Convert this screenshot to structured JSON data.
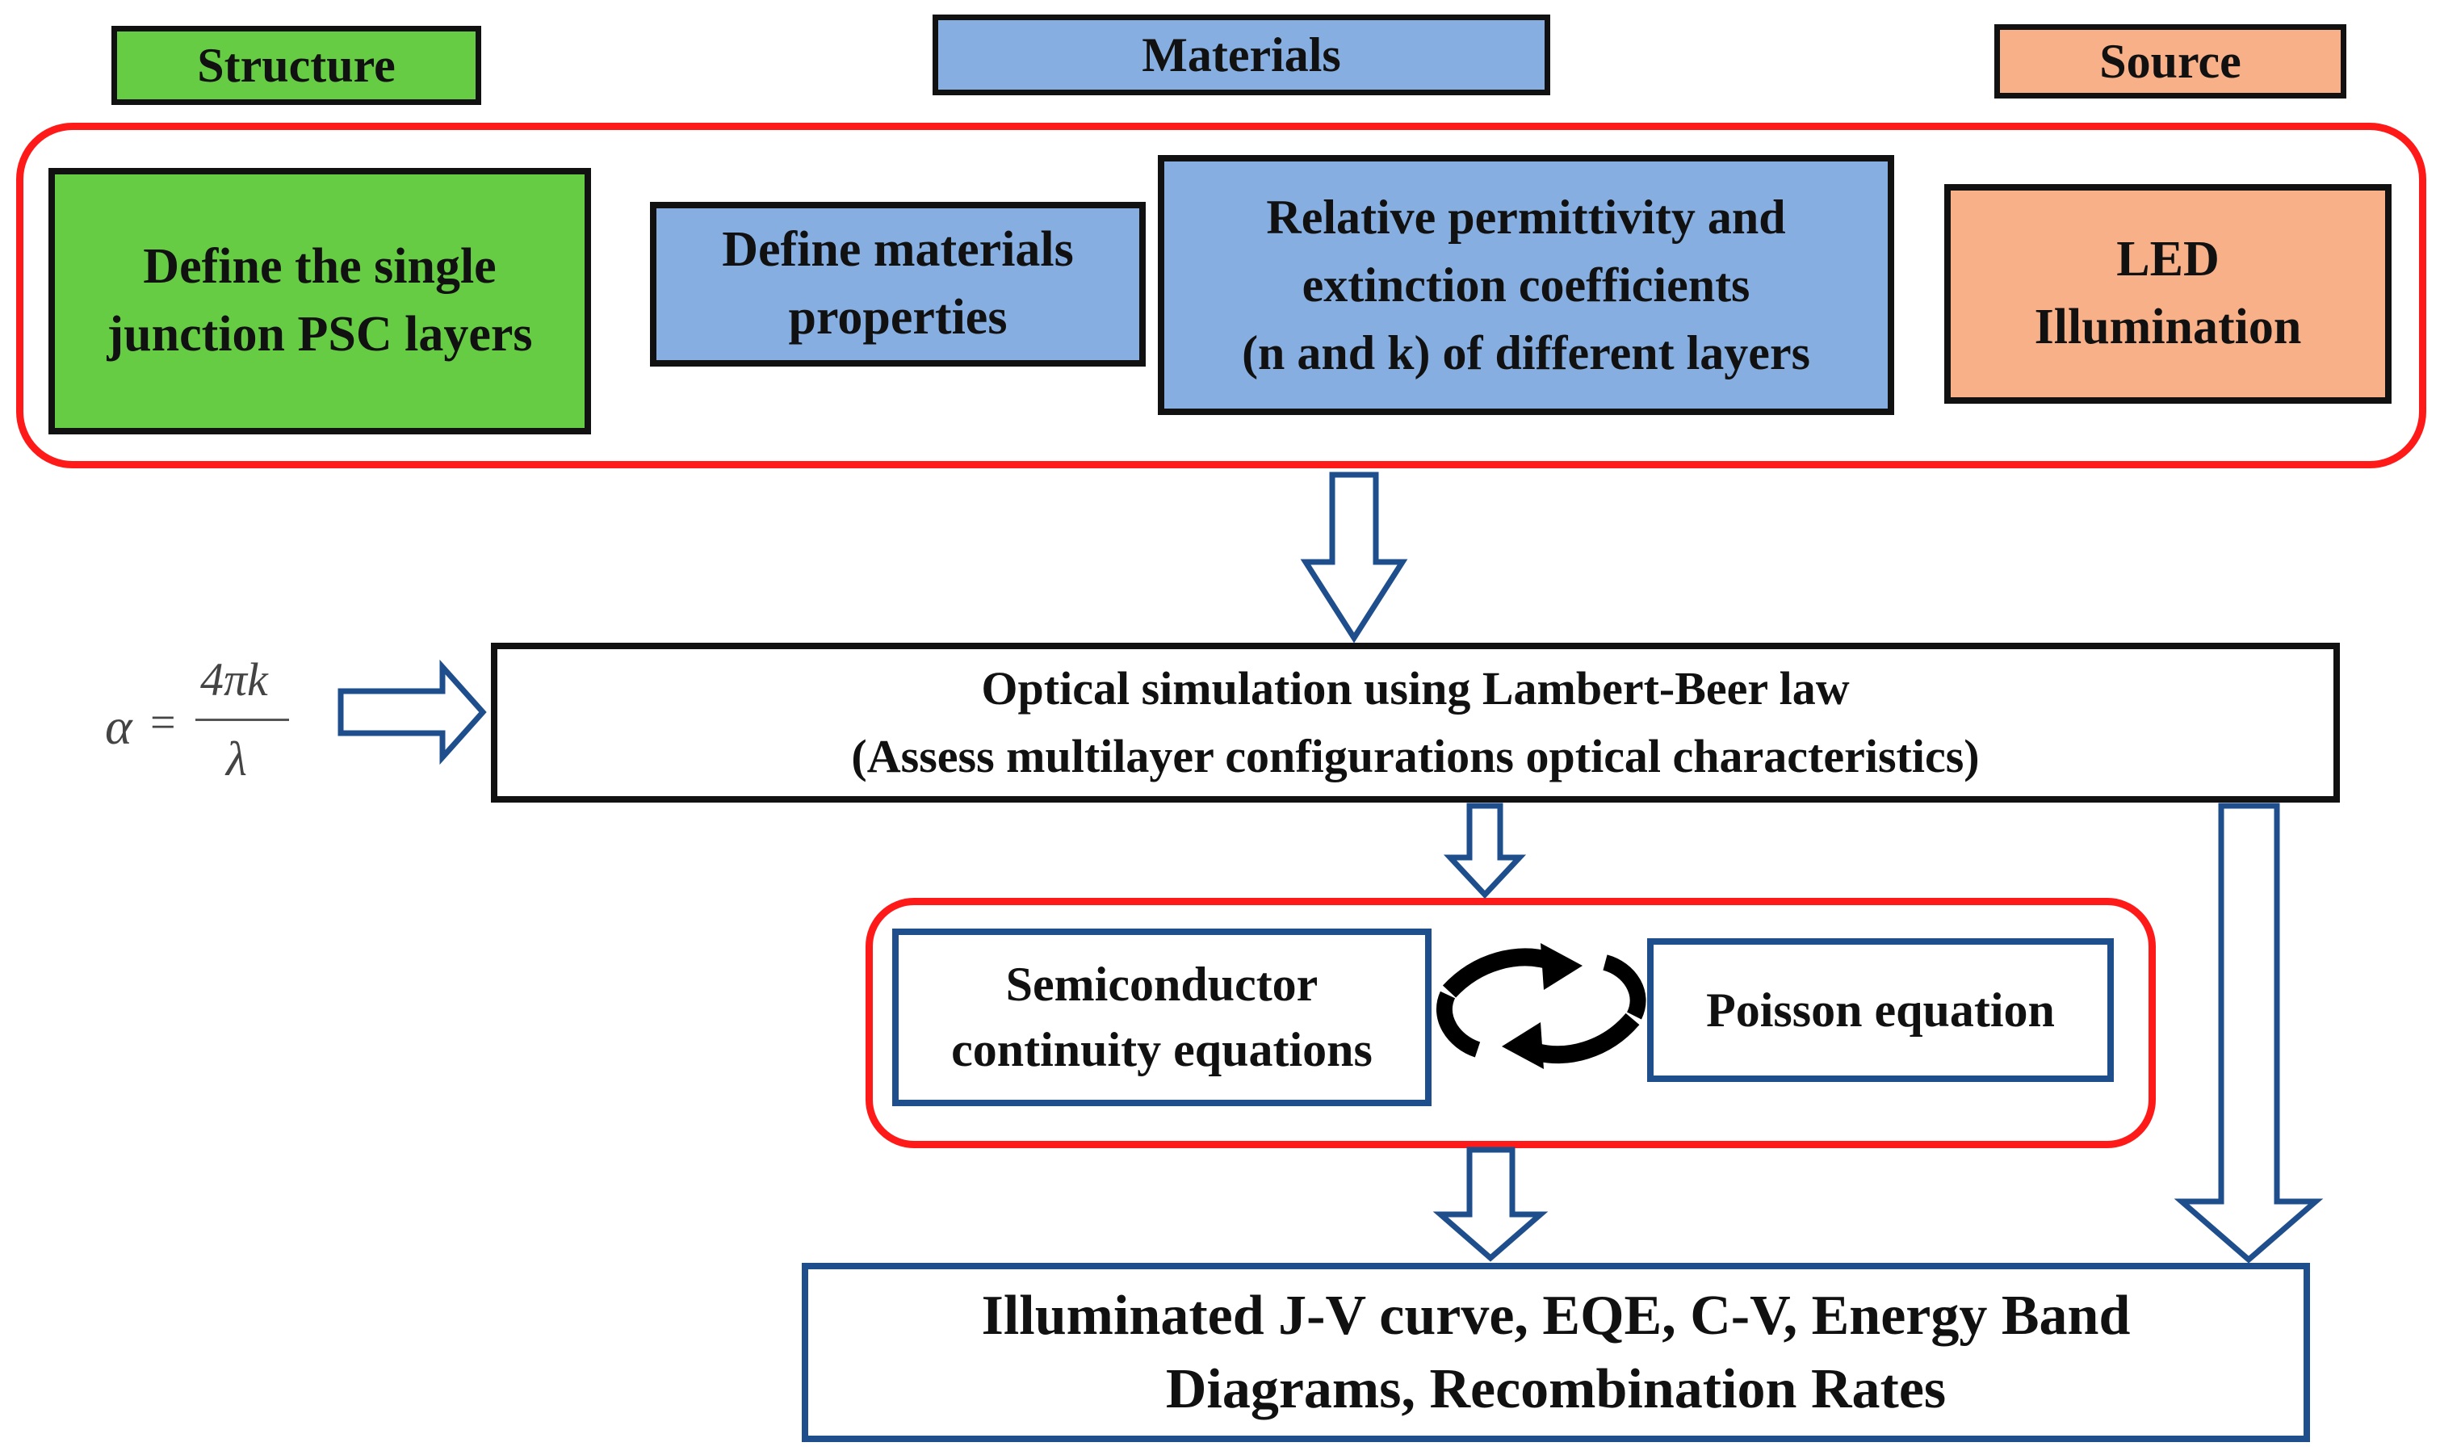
{
  "headers": {
    "structure": "Structure",
    "materials": "Materials",
    "source": "Source"
  },
  "top_group": {
    "structure_step": [
      "Define the single",
      "junction PSC layers"
    ],
    "materials_step": [
      "Define materials",
      "properties"
    ],
    "nk_step": [
      "Relative permittivity and",
      "extinction coefficients",
      "(n and k) of different layers"
    ],
    "source_step": [
      "LED",
      "Illumination"
    ]
  },
  "formula": {
    "lhs": "α",
    "equals": "=",
    "numerator": "4πk",
    "denominator": "λ"
  },
  "optical": [
    "Optical simulation using Lambert-Beer law",
    "(Assess multilayer configurations optical characteristics)"
  ],
  "solver_group": {
    "continuity": [
      "Semiconductor",
      "continuity equations"
    ],
    "poisson": "Poisson equation"
  },
  "output": [
    "Illuminated J-V curve, EQE, C-V, Energy Band",
    "Diagrams, Recombination Rates"
  ],
  "colors": {
    "structure": "#66cc44",
    "materials": "#86aee0",
    "source": "#f7b088",
    "group_border": "#ff1a1a",
    "arrow": "#1f4e8c"
  }
}
